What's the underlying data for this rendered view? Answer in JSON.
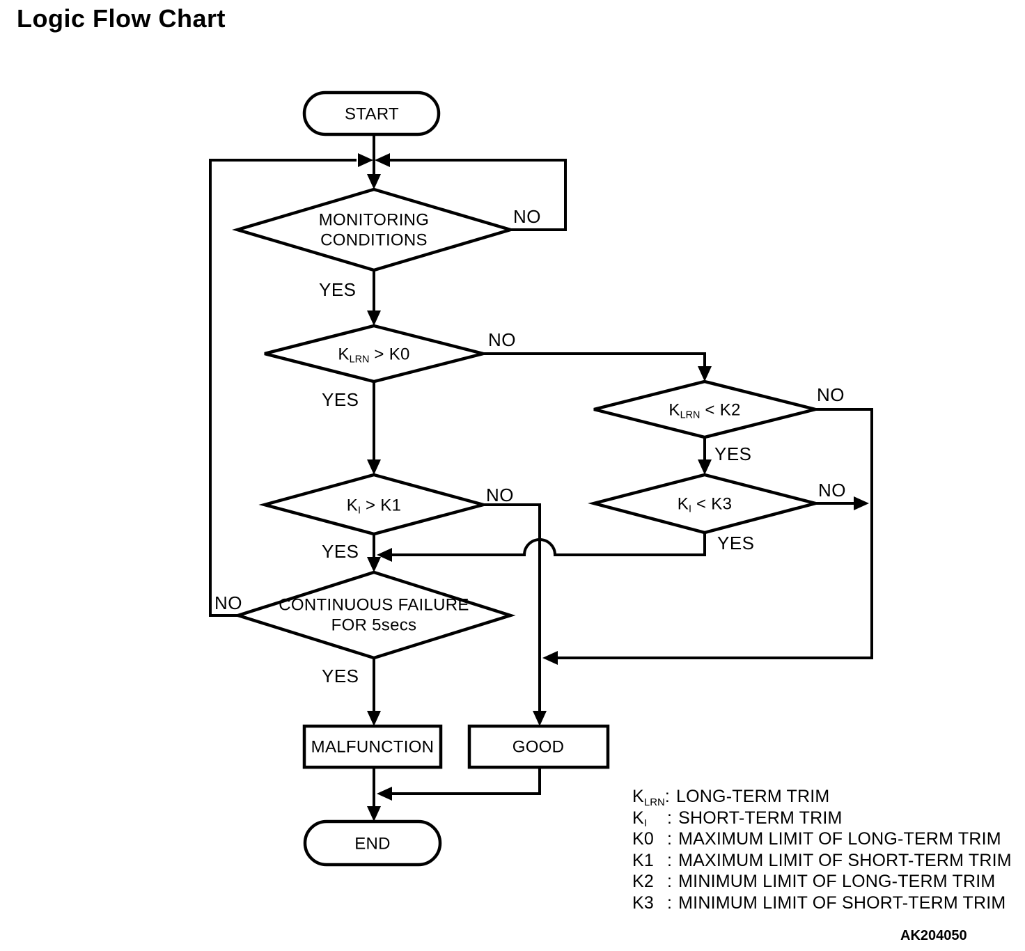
{
  "title": "Logic Flow Chart",
  "figure_code": "AK204050",
  "nodes": {
    "start": "START",
    "monitoring": {
      "line1": "MONITORING",
      "line2": "CONDITIONS"
    },
    "klrn_gt_k0": {
      "base": "K",
      "sub": "LRN",
      "rest": " > K0"
    },
    "klrn_lt_k2": {
      "base": "K",
      "sub": "LRN",
      "rest": " < K2"
    },
    "ki_gt_k1": {
      "base": "K",
      "sub": "I",
      "rest": " > K1"
    },
    "ki_lt_k3": {
      "base": "K",
      "sub": "I",
      "rest": " < K3"
    },
    "continuous_failure": {
      "line1": "CONTINUOUS FAILURE",
      "line2": "FOR 5secs"
    },
    "malfunction": "MALFUNCTION",
    "good": "GOOD",
    "end": "END"
  },
  "branch_labels": {
    "monitoring_no": "NO",
    "monitoring_yes": "YES",
    "klrn_k0_no": "NO",
    "klrn_k0_yes": "YES",
    "klrn_k2_no": "NO",
    "klrn_k2_yes": "YES",
    "ki_k1_no": "NO",
    "ki_k1_yes": "YES",
    "ki_k3_no": "NO",
    "ki_k3_yes": "YES",
    "continuous_no": "NO",
    "continuous_yes": "YES"
  },
  "legend": [
    {
      "term": "K",
      "term_sub": "LRN",
      "colon": ":",
      "desc": "LONG-TERM TRIM"
    },
    {
      "term": "K",
      "term_sub": "I",
      "colon": ":",
      "desc": "SHORT-TERM TRIM"
    },
    {
      "term": "K0",
      "term_sub": "",
      "colon": ":",
      "desc": "MAXIMUM LIMIT OF LONG-TERM TRIM"
    },
    {
      "term": "K1",
      "term_sub": "",
      "colon": ":",
      "desc": "MAXIMUM LIMIT OF SHORT-TERM TRIM"
    },
    {
      "term": "K2",
      "term_sub": "",
      "colon": ":",
      "desc": "MINIMUM LIMIT OF LONG-TERM TRIM"
    },
    {
      "term": "K3",
      "term_sub": "",
      "colon": ":",
      "desc": "MINIMUM LIMIT OF SHORT-TERM TRIM"
    }
  ]
}
